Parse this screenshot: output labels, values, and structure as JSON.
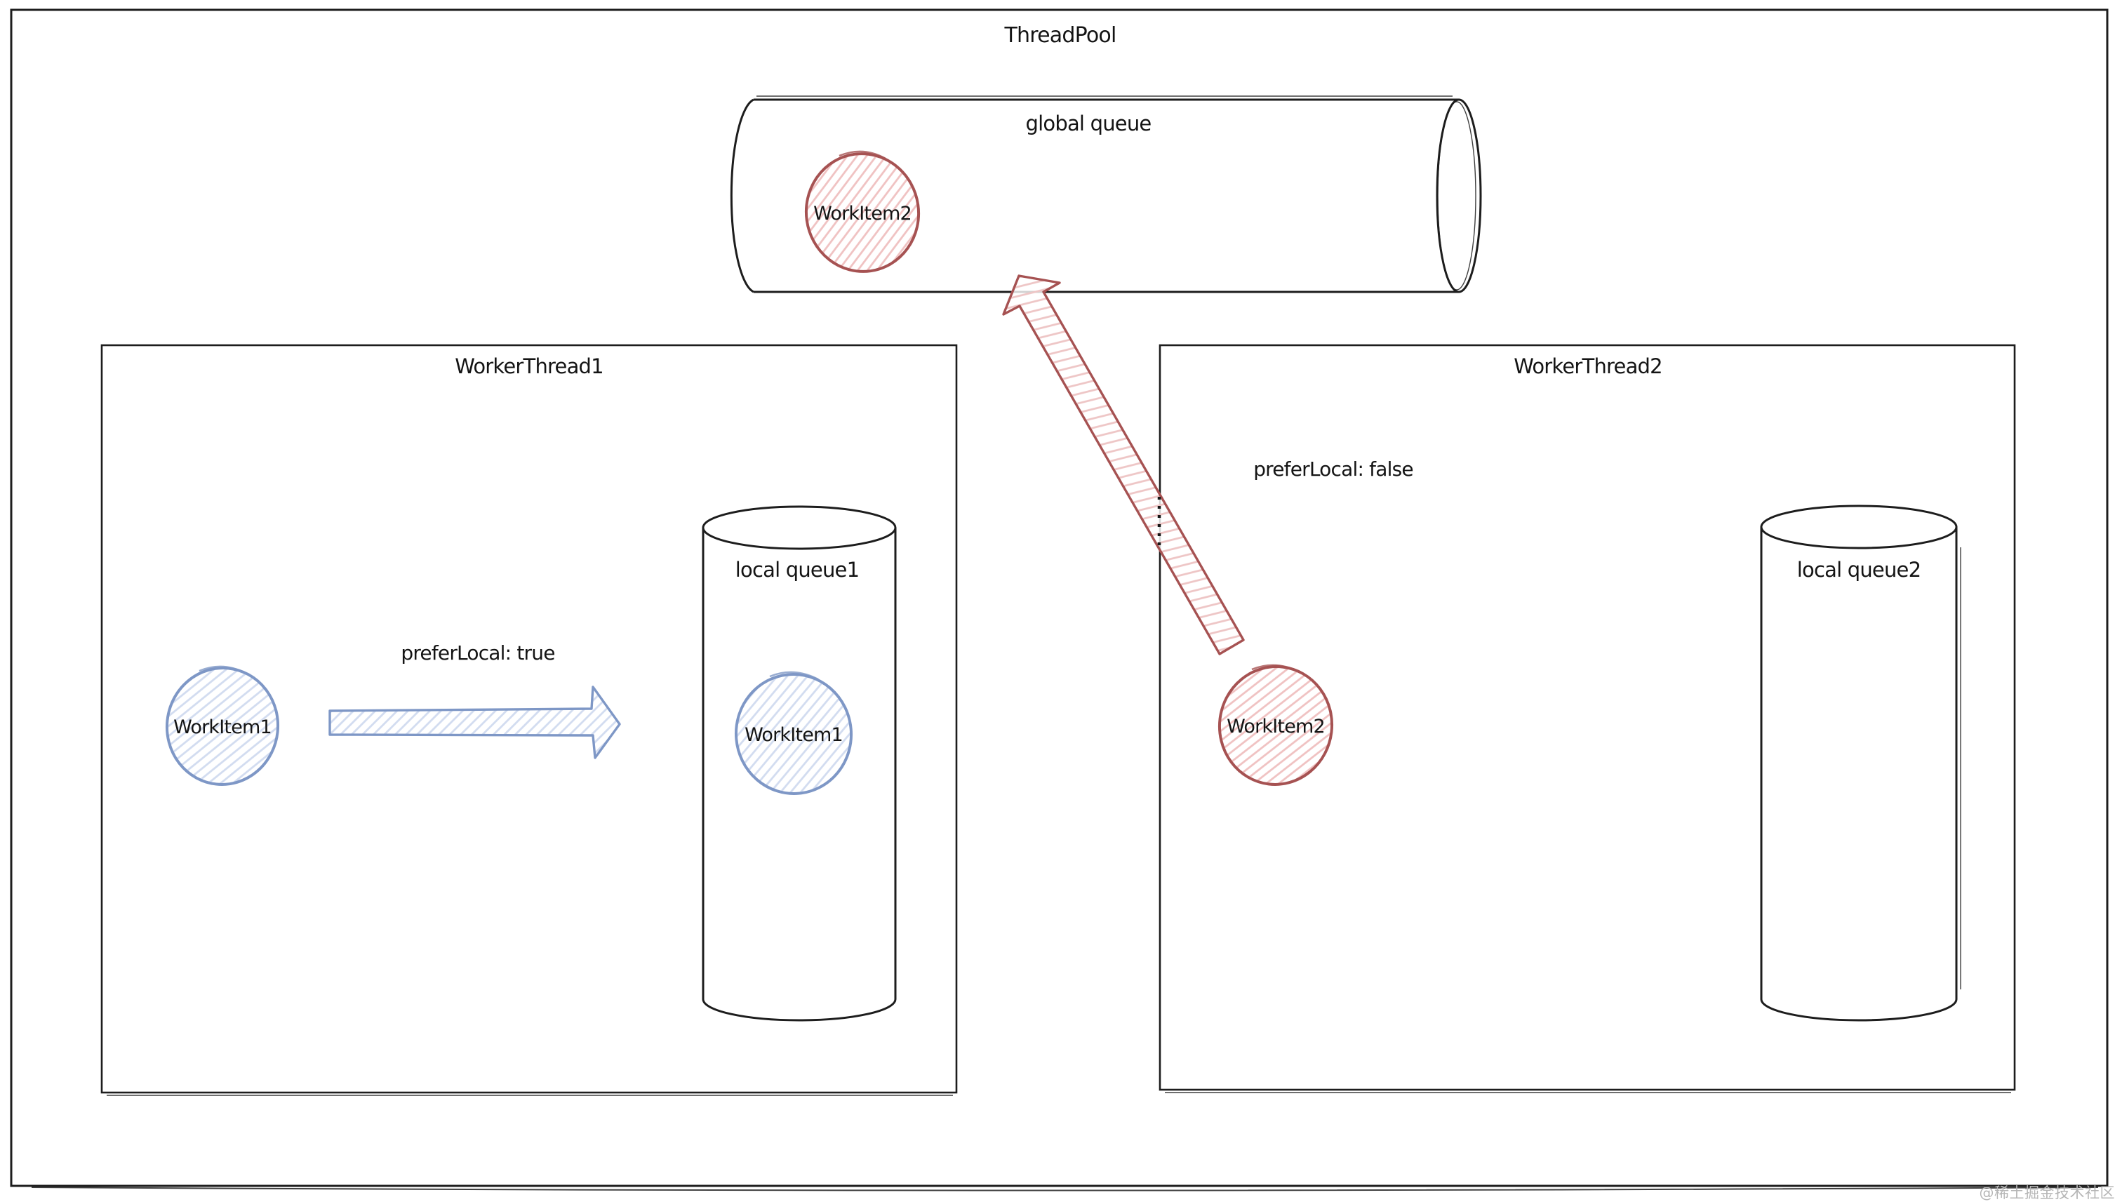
{
  "threadpool": {
    "title": "ThreadPool"
  },
  "global_queue": {
    "label": "global queue",
    "item": {
      "label": "WorkItem2"
    }
  },
  "worker1": {
    "title": "WorkerThread1",
    "annotation": "preferLocal: true",
    "item": {
      "label": "WorkItem1"
    },
    "queue": {
      "label": "local queue1",
      "item": {
        "label": "WorkItem1"
      }
    }
  },
  "worker2": {
    "title": "WorkerThread2",
    "annotation": "preferLocal: false",
    "item": {
      "label": "WorkItem2"
    },
    "queue": {
      "label": "local queue2"
    }
  },
  "watermark": "@稀土掘金技术社区",
  "colors": {
    "ink": "#1d1d1d",
    "blue-stroke": "#7e97c6",
    "blue-hatch": "#d2dcf0",
    "red-stroke": "#a65252",
    "red-hatch": "#f0c2c2",
    "red-hatch-shallow": "#eec6c6",
    "watermark": "#b5b5b5",
    "background": "#ffffff"
  }
}
